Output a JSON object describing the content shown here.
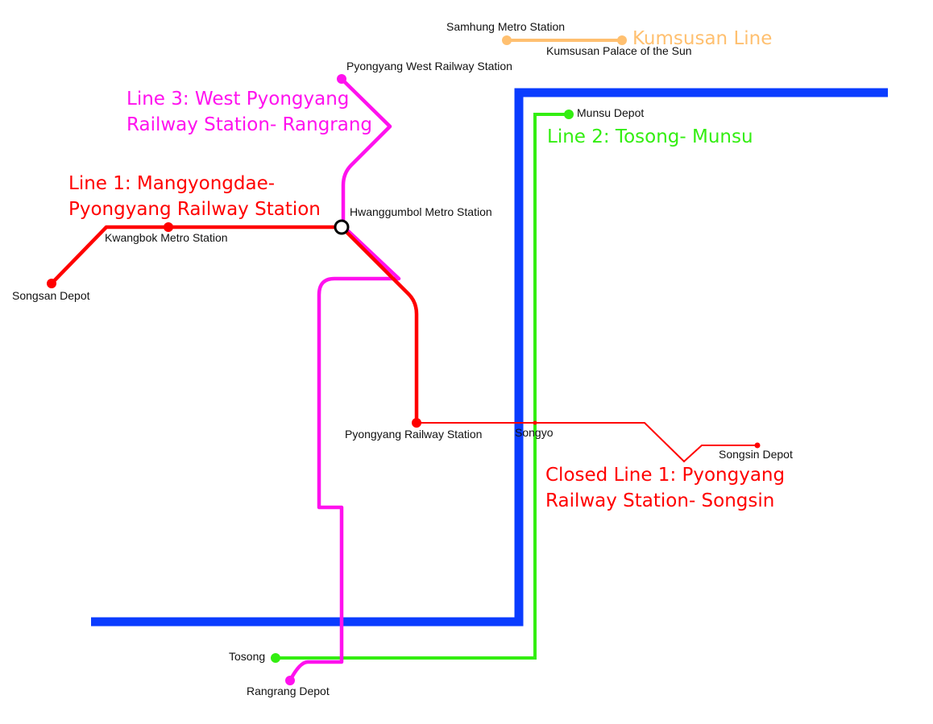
{
  "colors": {
    "line1": "#ff0000",
    "line2": "#33ee11",
    "line3": "#ff11ee",
    "kumsusan": "#ffc070",
    "outer": "#0a3cff",
    "background": "#ffffff",
    "station_label": "#111111",
    "interchange_fill": "#ffffff",
    "interchange_stroke": "#000000"
  },
  "titles": {
    "kumsusan": "Kumsusan Line",
    "line3_l1": "Line 3: West Pyongyang",
    "line3_l2": "Railway Station- Rangrang",
    "line1_l1": "Line 1: Mangyongdae-",
    "line1_l2": "Pyongyang Railway Station",
    "line2": "Line 2: Tosong- Munsu",
    "closed_l1": "Closed Line 1: Pyongyang",
    "closed_l2": "Railway Station- Songsin"
  },
  "stations": {
    "samhung": "Samhung Metro Station",
    "kumsusan_palace": "Kumsusan Palace of the Sun",
    "pyongyang_west": "Pyongyang West Railway Station",
    "munsu": "Munsu Depot",
    "hwanggumbol": "Hwanggumbol Metro Station",
    "kwangbok": "Kwangbok Metro Station",
    "songsan": "Songsan Depot",
    "pyongyang_railway": "Pyongyang Railway Station",
    "songyo": "Songyo",
    "songsin": "Songsin Depot",
    "tosong": "Tosong",
    "rangrang": "Rangrang Depot"
  },
  "legend": {
    "line1": "red",
    "line2": "green",
    "line3": "magenta",
    "kumsusan": "light orange",
    "outer_boundary": "blue"
  }
}
